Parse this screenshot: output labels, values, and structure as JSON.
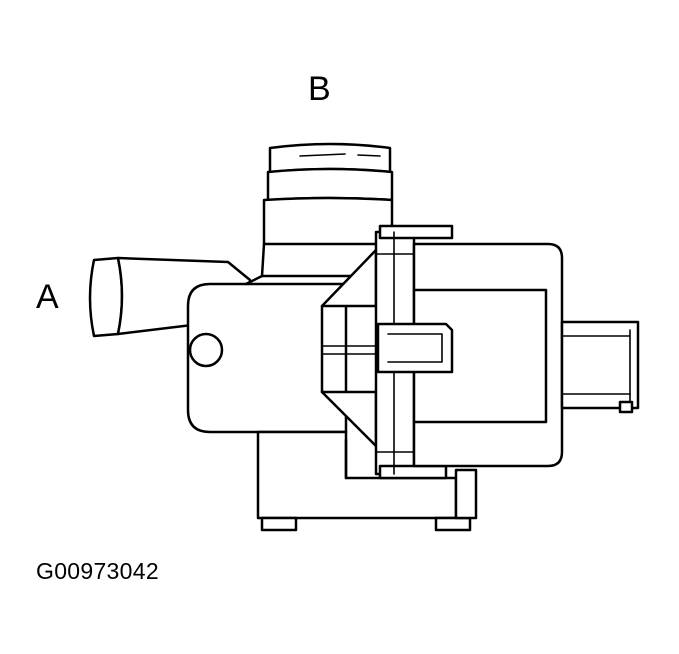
{
  "labels": {
    "inlet_port": "A",
    "outlet_port": "B"
  },
  "figure_id": "G00973042",
  "colors": {
    "line": "#000000",
    "background": "#ffffff"
  }
}
